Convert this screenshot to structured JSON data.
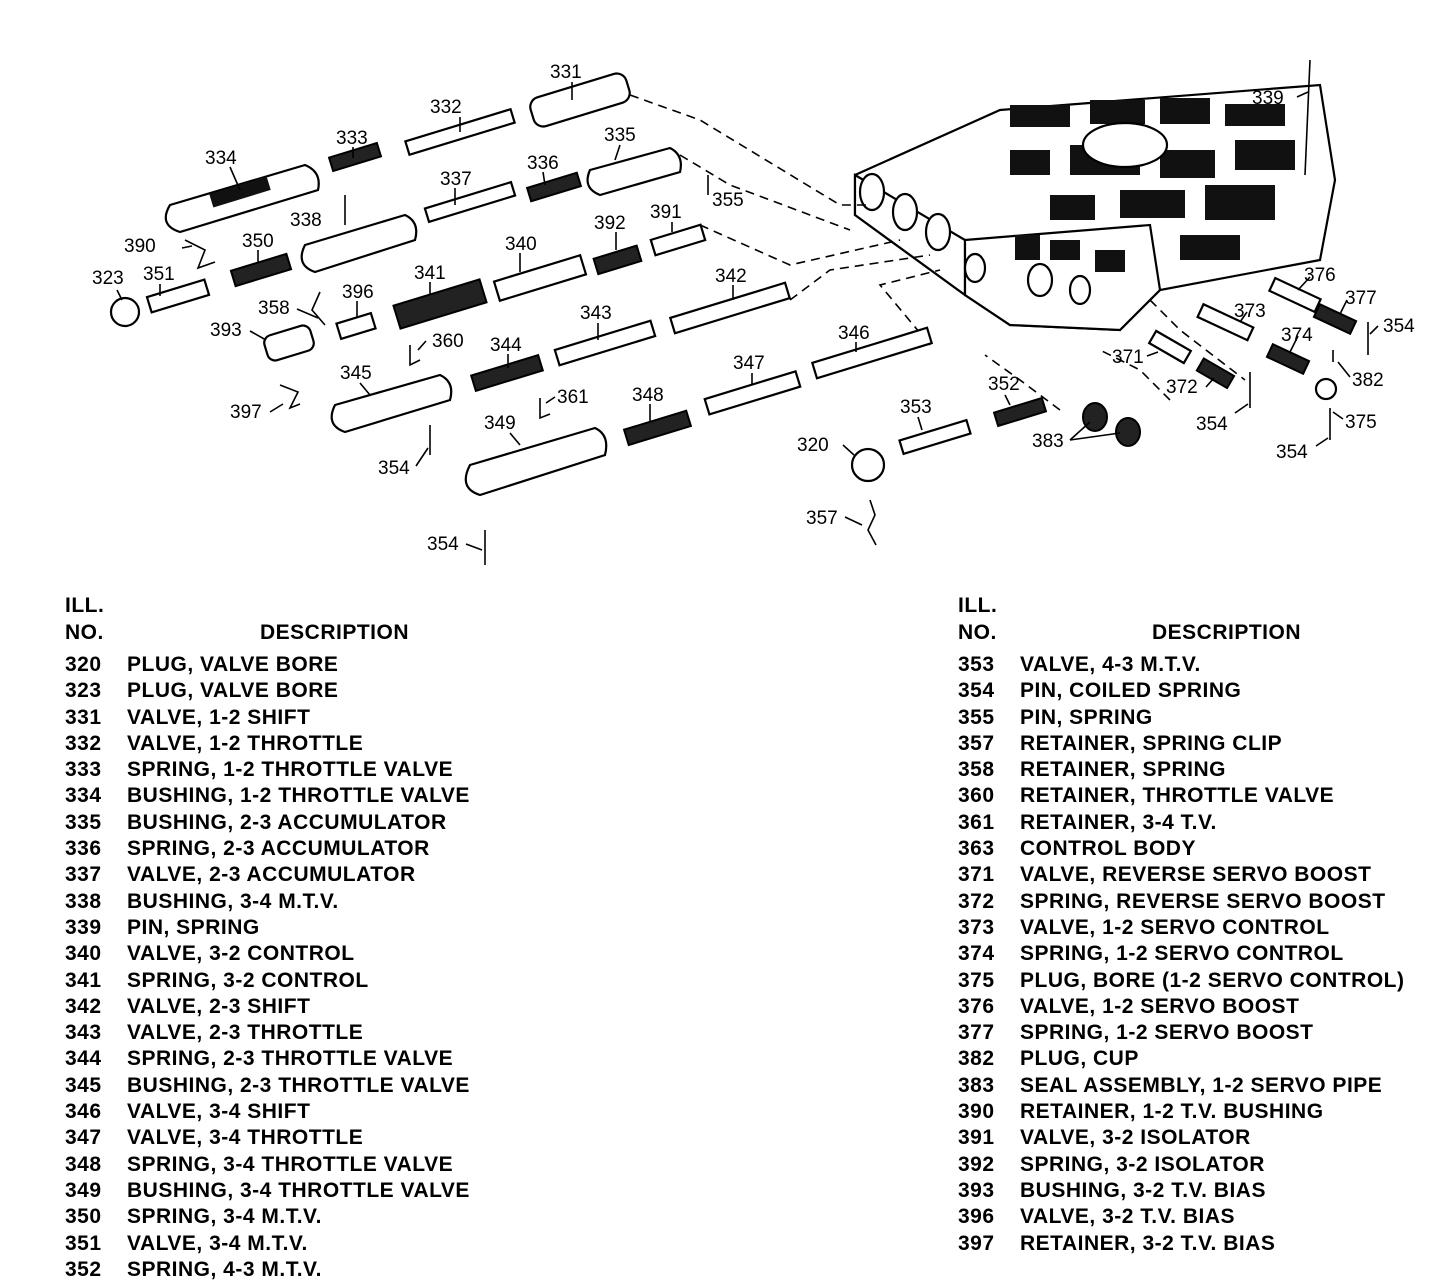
{
  "diagram": {
    "callouts": [
      "331",
      "332",
      "333",
      "334",
      "335",
      "336",
      "337",
      "355",
      "338",
      "339",
      "390",
      "350",
      "391",
      "392",
      "340",
      "341",
      "342",
      "323",
      "351",
      "358",
      "396",
      "393",
      "360",
      "343",
      "344",
      "345",
      "346",
      "347",
      "361",
      "397",
      "348",
      "349",
      "354",
      "352",
      "353",
      "320",
      "383",
      "357",
      "371",
      "373",
      "372",
      "374",
      "376",
      "377",
      "382",
      "375"
    ]
  },
  "table_left": {
    "header_ill": "ILL.",
    "header_no": "NO.",
    "header_desc": "DESCRIPTION",
    "rows": [
      {
        "no": "320",
        "desc": "PLUG, VALVE BORE"
      },
      {
        "no": "323",
        "desc": "PLUG, VALVE BORE"
      },
      {
        "no": "331",
        "desc": "VALVE, 1-2 SHIFT"
      },
      {
        "no": "332",
        "desc": "VALVE, 1-2 THROTTLE"
      },
      {
        "no": "333",
        "desc": "SPRING, 1-2 THROTTLE VALVE"
      },
      {
        "no": "334",
        "desc": "BUSHING, 1-2 THROTTLE VALVE"
      },
      {
        "no": "335",
        "desc": "BUSHING, 2-3 ACCUMULATOR"
      },
      {
        "no": "336",
        "desc": "SPRING, 2-3 ACCUMULATOR"
      },
      {
        "no": "337",
        "desc": "VALVE, 2-3 ACCUMULATOR"
      },
      {
        "no": "338",
        "desc": "BUSHING, 3-4 M.T.V."
      },
      {
        "no": "339",
        "desc": "PIN, SPRING"
      },
      {
        "no": "340",
        "desc": "VALVE, 3-2 CONTROL"
      },
      {
        "no": "341",
        "desc": "SPRING, 3-2 CONTROL"
      },
      {
        "no": "342",
        "desc": "VALVE, 2-3 SHIFT"
      },
      {
        "no": "343",
        "desc": "VALVE, 2-3 THROTTLE"
      },
      {
        "no": "344",
        "desc": "SPRING, 2-3 THROTTLE VALVE"
      },
      {
        "no": "345",
        "desc": "BUSHING, 2-3 THROTTLE VALVE"
      },
      {
        "no": "346",
        "desc": "VALVE, 3-4 SHIFT"
      },
      {
        "no": "347",
        "desc": "VALVE, 3-4 THROTTLE"
      },
      {
        "no": "348",
        "desc": "SPRING, 3-4 THROTTLE VALVE"
      },
      {
        "no": "349",
        "desc": "BUSHING, 3-4 THROTTLE VALVE"
      },
      {
        "no": "350",
        "desc": "SPRING, 3-4 M.T.V."
      },
      {
        "no": "351",
        "desc": "VALVE, 3-4 M.T.V."
      },
      {
        "no": "352",
        "desc": "SPRING, 4-3 M.T.V."
      }
    ]
  },
  "table_right": {
    "header_ill": "ILL.",
    "header_no": "NO.",
    "header_desc": "DESCRIPTION",
    "rows": [
      {
        "no": "353",
        "desc": "VALVE, 4-3 M.T.V."
      },
      {
        "no": "354",
        "desc": "PIN, COILED SPRING"
      },
      {
        "no": "355",
        "desc": "PIN, SPRING"
      },
      {
        "no": "357",
        "desc": "RETAINER, SPRING CLIP"
      },
      {
        "no": "358",
        "desc": "RETAINER, SPRING"
      },
      {
        "no": "360",
        "desc": "RETAINER, THROTTLE VALVE"
      },
      {
        "no": "361",
        "desc": "RETAINER, 3-4 T.V."
      },
      {
        "no": "363",
        "desc": "CONTROL BODY"
      },
      {
        "no": "371",
        "desc": "VALVE, REVERSE SERVO BOOST"
      },
      {
        "no": "372",
        "desc": "SPRING, REVERSE SERVO BOOST"
      },
      {
        "no": "373",
        "desc": "VALVE, 1-2 SERVO CONTROL"
      },
      {
        "no": "374",
        "desc": "SPRING, 1-2 SERVO CONTROL"
      },
      {
        "no": "375",
        "desc": "PLUG, BORE (1-2 SERVO CONTROL)"
      },
      {
        "no": "376",
        "desc": "VALVE, 1-2 SERVO BOOST"
      },
      {
        "no": "377",
        "desc": "SPRING, 1-2 SERVO BOOST"
      },
      {
        "no": "382",
        "desc": "PLUG, CUP"
      },
      {
        "no": "383",
        "desc": "SEAL ASSEMBLY, 1-2 SERVO PIPE"
      },
      {
        "no": "390",
        "desc": "RETAINER, 1-2 T.V. BUSHING"
      },
      {
        "no": "391",
        "desc": "VALVE, 3-2 ISOLATOR"
      },
      {
        "no": "392",
        "desc": "SPRING, 3-2 ISOLATOR"
      },
      {
        "no": "393",
        "desc": "BUSHING, 3-2 T.V. BIAS"
      },
      {
        "no": "396",
        "desc": "VALVE, 3-2 T.V. BIAS"
      },
      {
        "no": "397",
        "desc": "RETAINER, 3-2 T.V. BIAS"
      }
    ]
  }
}
